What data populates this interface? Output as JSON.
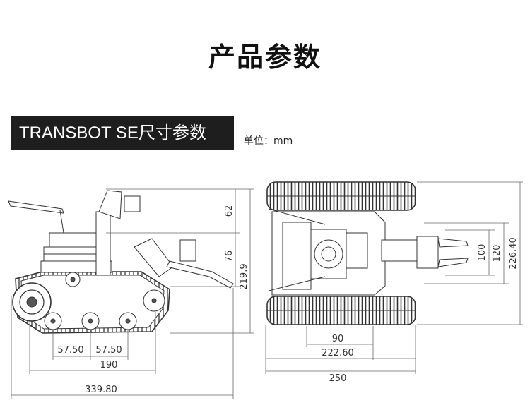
{
  "heading": "产品参数",
  "banner": {
    "title": "TRANSBOT SE尺寸参数"
  },
  "unit_label": "单位：mm",
  "side_view": {
    "dims_bottom": [
      "57.50",
      "57.50",
      "190",
      "339.80"
    ],
    "dims_right": [
      "62",
      "76",
      "219.9"
    ]
  },
  "top_view": {
    "dims_bottom": [
      "90",
      "222.60",
      "250"
    ],
    "dims_right": [
      "100",
      "120",
      "226.40"
    ]
  }
}
